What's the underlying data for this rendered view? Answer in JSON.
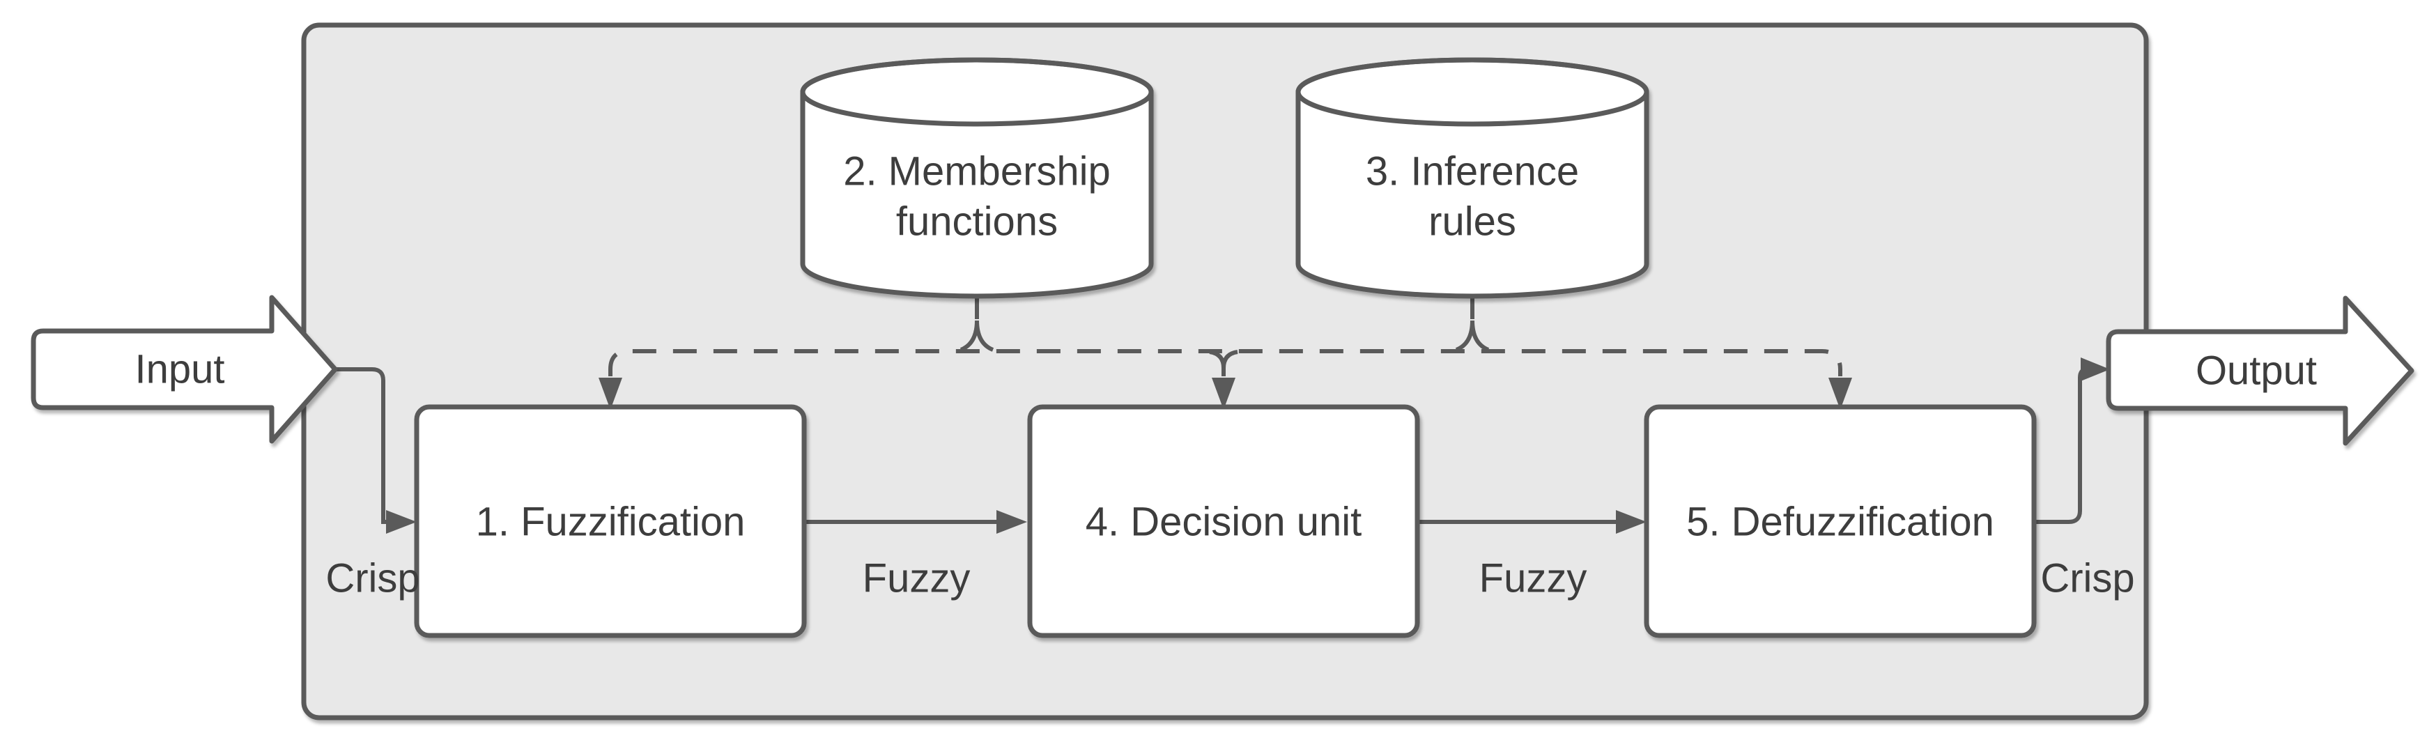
{
  "diagram": {
    "type": "flowchart",
    "subject": "Fuzzy logic system block diagram",
    "input_arrow": {
      "label": "Input"
    },
    "output_arrow": {
      "label": "Output"
    },
    "stores": {
      "membership": {
        "label": "2. Membership functions",
        "line1": "2. Membership",
        "line2": "functions"
      },
      "inference": {
        "label": "3. Inference rules",
        "line1": "3. Inference",
        "line2": "rules"
      }
    },
    "processes": {
      "fuzzification": {
        "label": "1. Fuzzification"
      },
      "decision": {
        "label": "4. Decision unit"
      },
      "defuzzification": {
        "label": "5. Defuzzification"
      }
    },
    "edge_labels": {
      "input_crisp": "Crisp",
      "fuzzy_left": "Fuzzy",
      "fuzzy_right": "Fuzzy",
      "output_crisp": "Crisp"
    },
    "colors": {
      "canvas_background": "#ffffff",
      "container_fill": "#e8e8e8",
      "shape_fill": "#ffffff",
      "line_stroke": "#5a5a5a",
      "text": "#3d3d3d"
    }
  }
}
